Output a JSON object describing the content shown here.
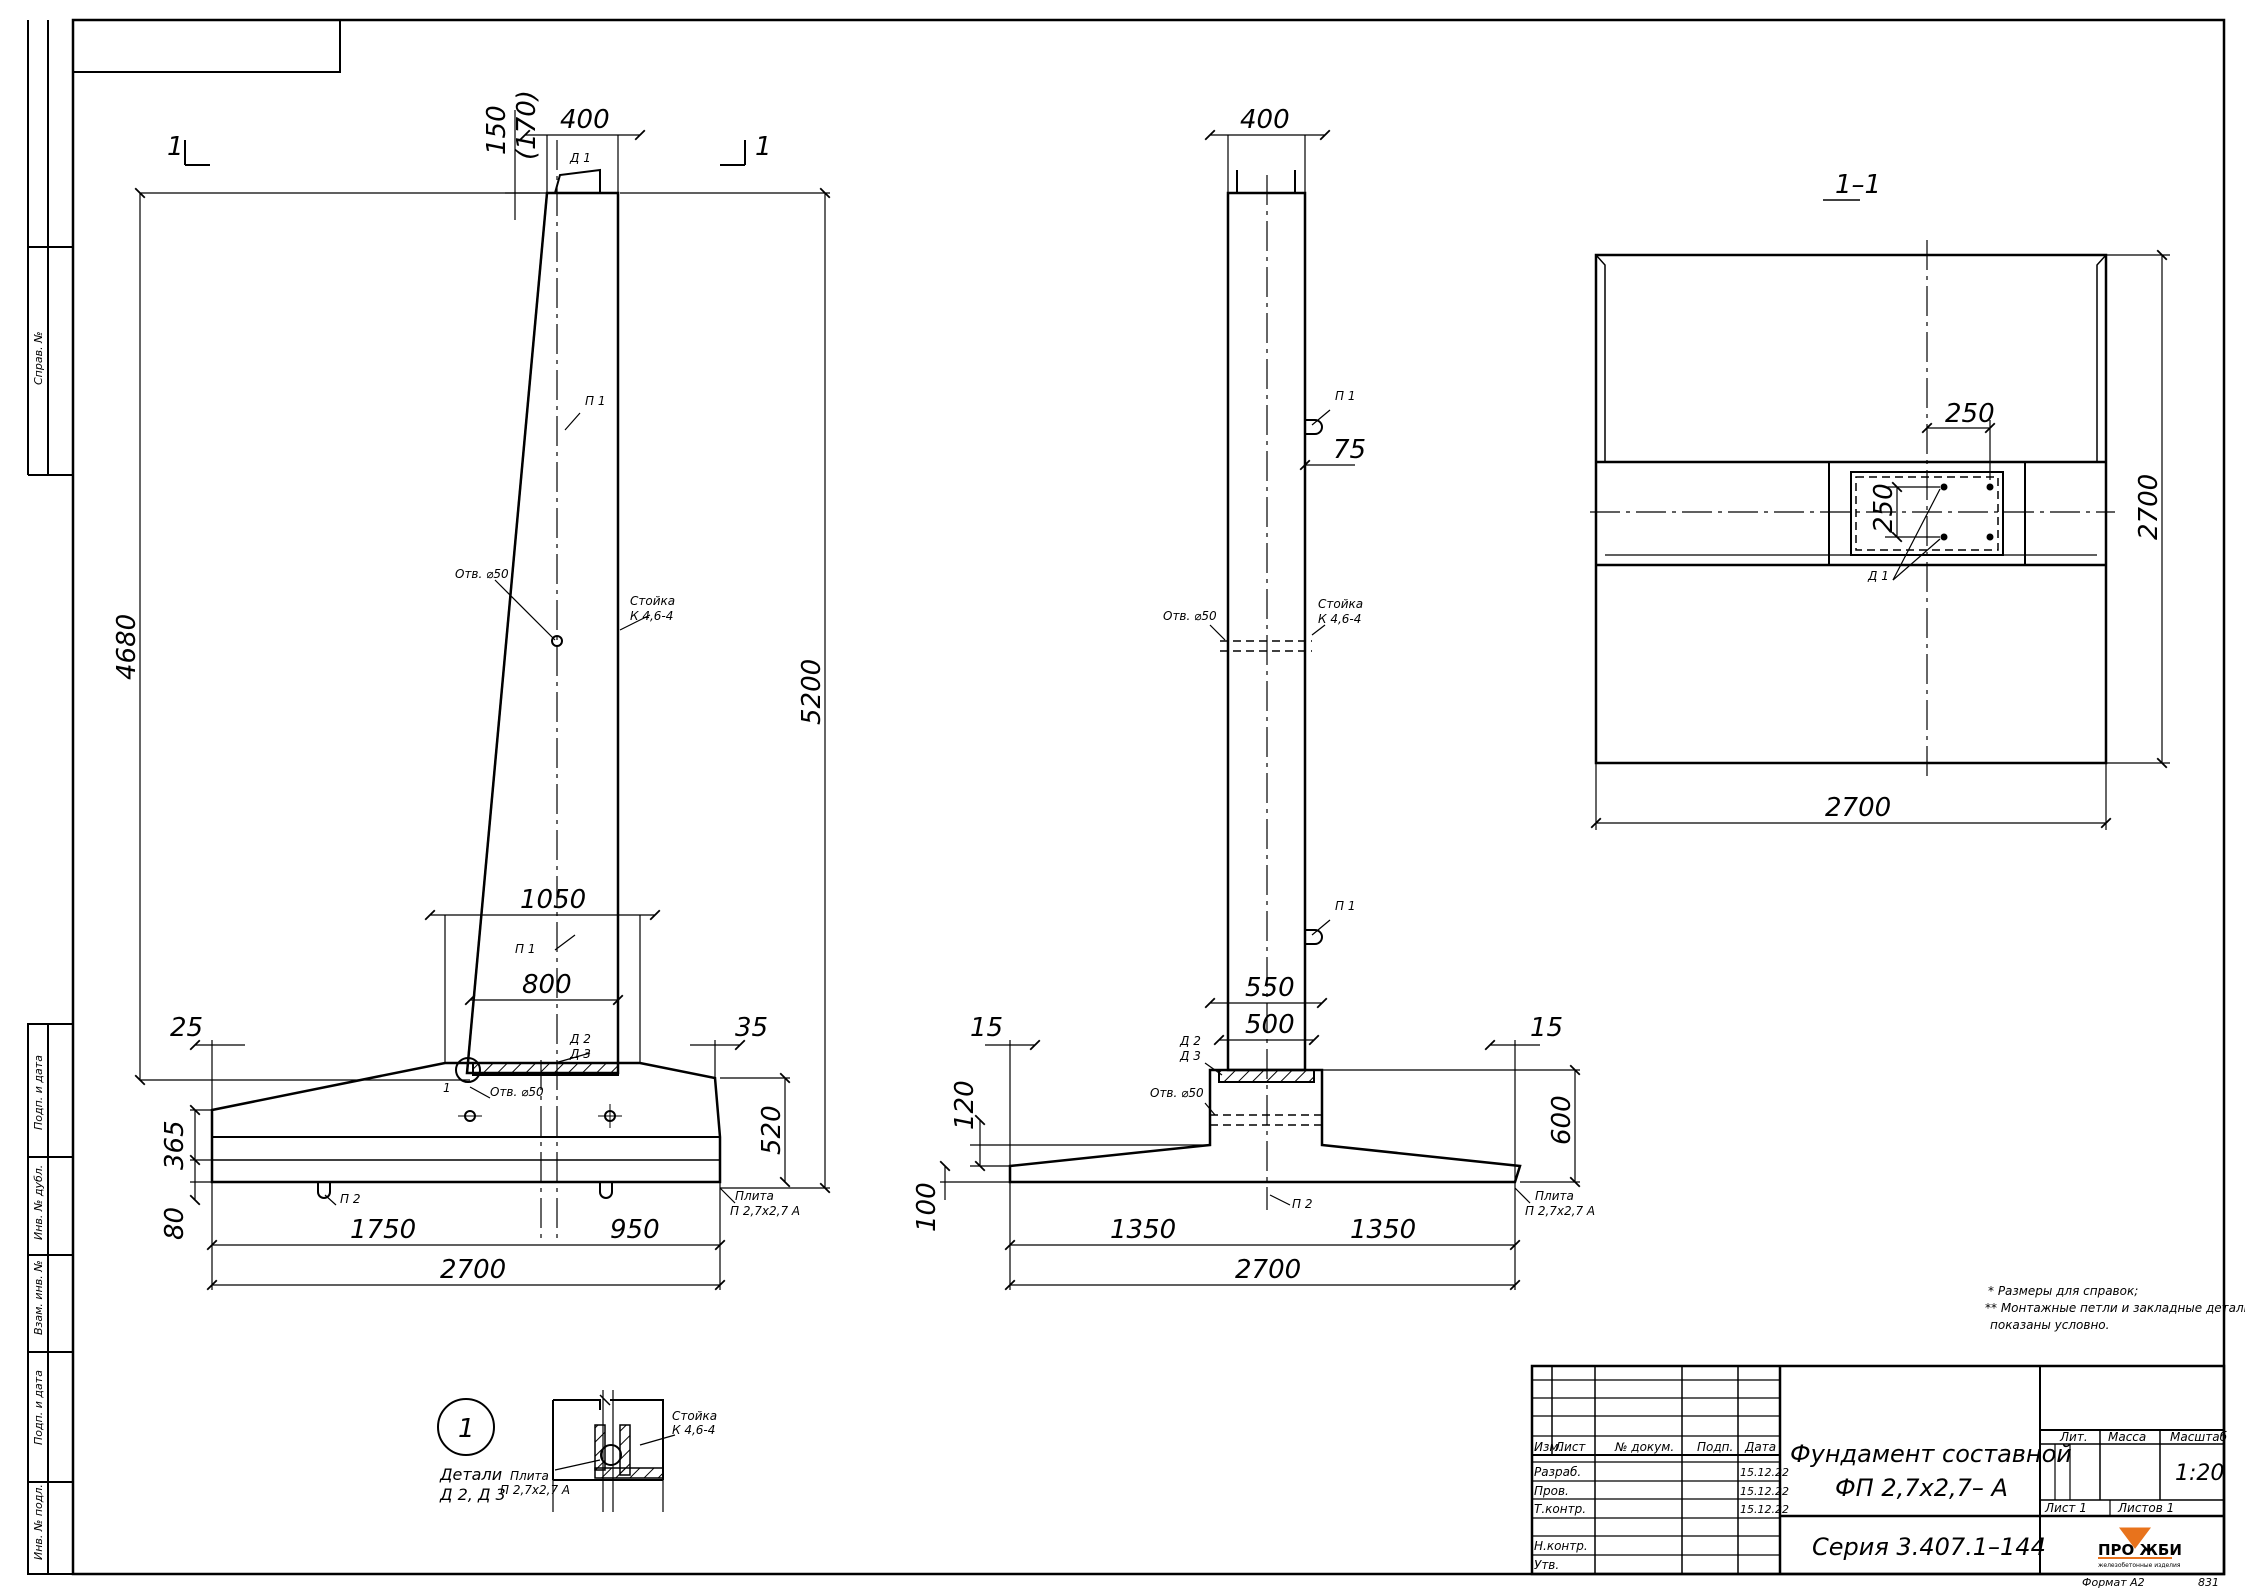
{
  "sheet": {
    "format": "Формат А2",
    "sheet_code": "831"
  },
  "side_strip": {
    "sprav_no": "Справ. №",
    "podp_data_1": "Подп. и дата",
    "inv_dubl": "Инв. № дубл.",
    "vzam_inv": "Взам. инв. №",
    "podp_data_2": "Подп. и дата",
    "inv_podl": "Инв. № подл."
  },
  "section_marks": {
    "left": "1",
    "right": "1",
    "section_title": "1–1"
  },
  "front_view": {
    "dims": {
      "top_150": "150",
      "top_170": "(170)",
      "top_400": "400",
      "h_4680": "4680",
      "h_5200": "5200",
      "w_1050": "1050",
      "w_800": "800",
      "w_25": "25",
      "w_35": "35",
      "h_365": "365",
      "h_520": "520",
      "h_80": "80",
      "w_1750": "1750",
      "w_950": "950",
      "w_2700": "2700"
    },
    "labels": {
      "d1": "Д 1",
      "p1_top": "П 1",
      "hole_top": "Отв. ⌀50",
      "stoyka": "Стойка",
      "stoyka_code": "К 4,6-4",
      "p1_bottom": "П 1",
      "d2": "Д 2",
      "d3": "Д 3",
      "hole_bottom": "Отв. ⌀50",
      "p2": "П 2",
      "plita": "Плита",
      "plita_code": "П 2,7х2,7 А",
      "detail_mark": "1"
    }
  },
  "side_view": {
    "dims": {
      "top_400": "400",
      "d_75": "75",
      "w_550": "550",
      "w_500": "500",
      "w_15_left": "15",
      "w_15_right": "15",
      "h_120": "120",
      "h_600": "600",
      "h_100": "100",
      "w_1350_left": "1350",
      "w_1350_right": "1350",
      "w_2700": "2700"
    },
    "labels": {
      "p1_top": "П 1",
      "hole": "Отв. ⌀50",
      "stoyka": "Стойка",
      "stoyka_code": "К 4,6-4",
      "p1_bottom": "П 1",
      "d2": "Д 2",
      "d3": "Д 3",
      "hole_bottom": "Отв. ⌀50",
      "p2": "П 2",
      "plita": "Плита",
      "plita_code": "П 2,7х2,7 А"
    }
  },
  "section_view": {
    "dims": {
      "w_250_h": "250",
      "w_250_v": "250",
      "h_2700": "2700",
      "w_2700": "2700"
    },
    "labels": {
      "d1": "Д 1"
    }
  },
  "detail": {
    "number": "1",
    "caption_line1": "Детали",
    "caption_line2": "Д 2, Д 3",
    "plita": "Плита",
    "plita_code": "П 2,7х2,7 А",
    "stoyka": "Стойка",
    "stoyka_code": "К 4,6-4"
  },
  "notes": {
    "line1": "* Размеры для справок;",
    "line2": "** Монтажные петли и закладные детали",
    "line3": "показаны условно."
  },
  "title_block": {
    "col_izm": "Изм.",
    "col_list": "Лист",
    "col_dokum": "№ докум.",
    "col_podp": "Подп.",
    "col_data": "Дата",
    "row_razrab": "Разраб.",
    "row_prov": "Пров.",
    "row_tkontr": "Т.контр.",
    "row_nkontr": "Н.контр.",
    "row_utv": "Утв.",
    "date1": "15.12.22",
    "date2": "15.12.22",
    "date3": "15.12.22",
    "title_line1": "Фундамент составной",
    "title_line2": "ФП 2,7х2,7– А",
    "series": "Серия  3.407.1–144",
    "lit": "Лит.",
    "massa": "Масса",
    "masshtab": "Масштаб",
    "scale": "1:20",
    "list": "Лист 1",
    "listov": "Листов 1",
    "logo_text": "ПРО ЖБИ",
    "logo_sub": "железобетонные изделия",
    "logo_color": "#e8731c"
  }
}
